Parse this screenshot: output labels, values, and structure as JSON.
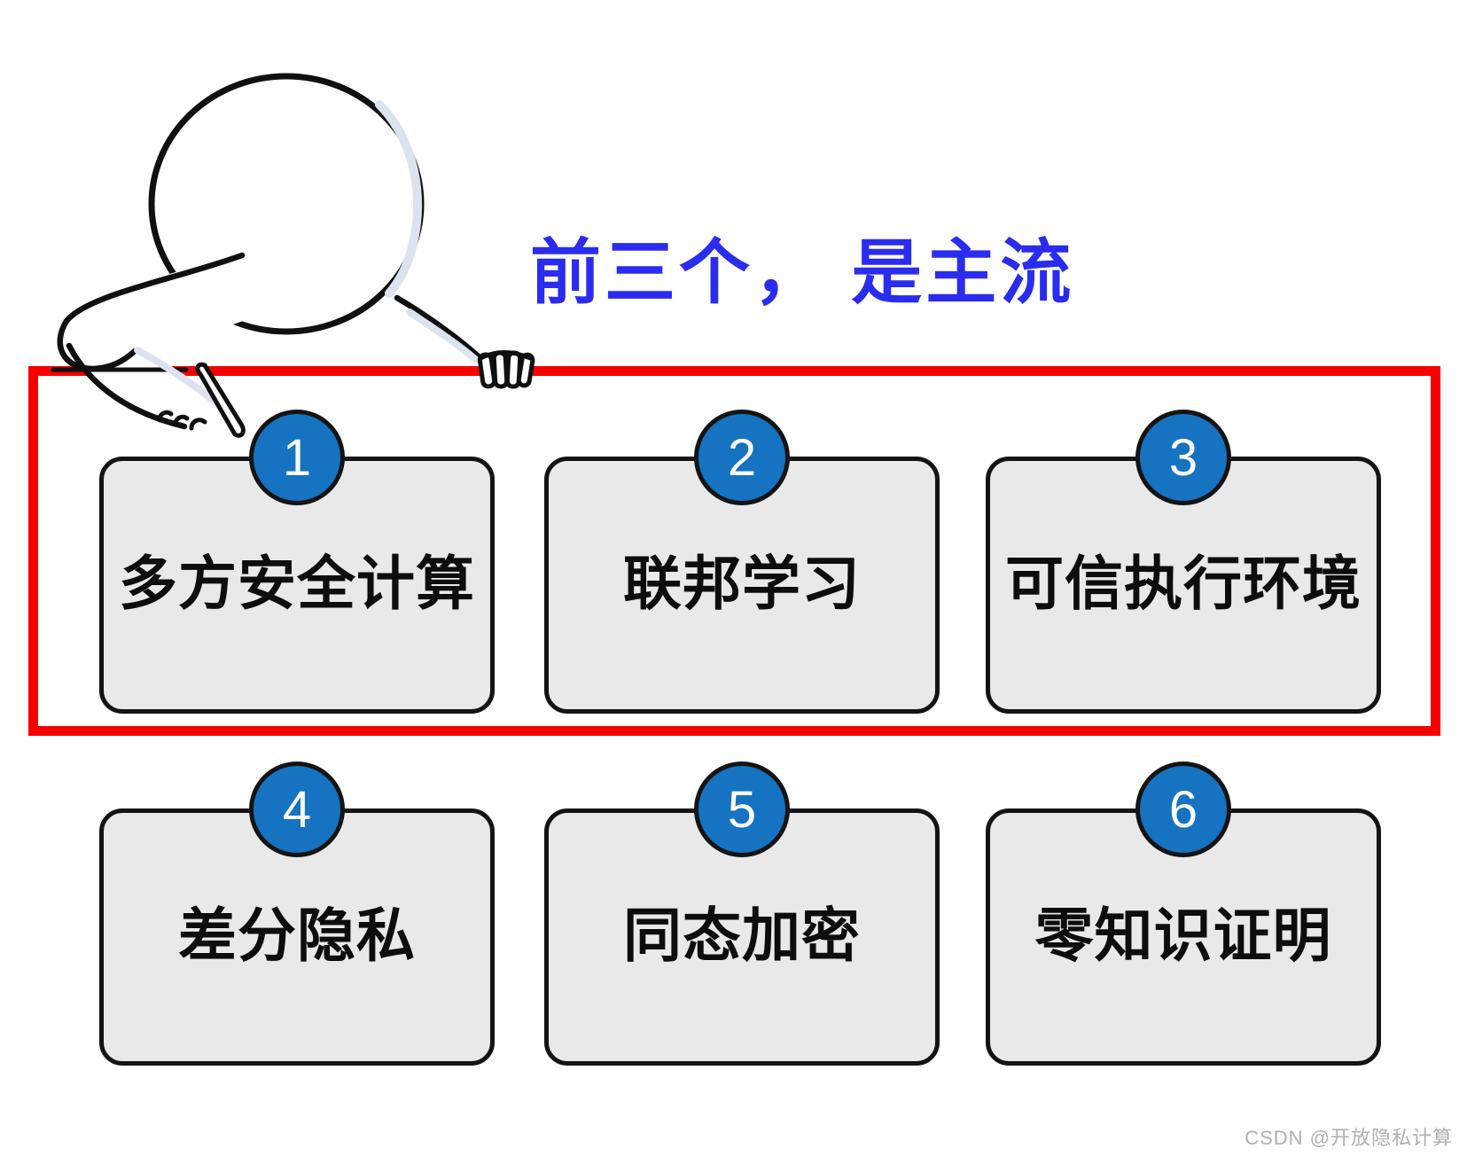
{
  "annotation": {
    "text": "前三个， 是主流",
    "color": "#2a2cf0"
  },
  "highlight_box": {
    "border_color": "#f60000",
    "meaning": "top-three-highlight"
  },
  "cards": [
    {
      "number": "1",
      "label": "多方安全计算",
      "highlighted": true
    },
    {
      "number": "2",
      "label": "联邦学习",
      "highlighted": true
    },
    {
      "number": "3",
      "label": "可信执行环境",
      "highlighted": true
    },
    {
      "number": "4",
      "label": "差分隐私",
      "highlighted": false
    },
    {
      "number": "5",
      "label": "同态加密",
      "highlighted": false
    },
    {
      "number": "6",
      "label": "零知识证明",
      "highlighted": false
    }
  ],
  "styles": {
    "badge_fill": "#1573c1",
    "card_fill": "#e9e9e9",
    "outline": "#141414",
    "red": "#f60000",
    "annotation_blue": "#2a2cf0"
  },
  "watermark": {
    "text": "CSDN @开放隐私计算",
    "color": "#b0b0b0"
  }
}
